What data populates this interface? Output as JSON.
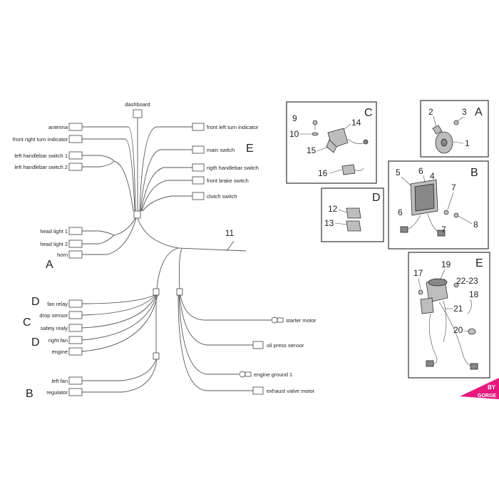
{
  "harness": {
    "dashboard": "dashboard",
    "antenna": "antenna",
    "front_right_turn": "front right turn indicator",
    "left_switch_1": "left handlebar switch 1",
    "left_switch_2": "left handlebar switch 2",
    "front_left_turn": "front left turn indicator",
    "main_switch": "main switch",
    "right_switch": "rigth handlebar switch",
    "front_brake_switch": "front brake switch",
    "clutch_switch": "clutch switch",
    "head_light_1": "head light 1",
    "head_light_2": "head light 2",
    "horn": "horn",
    "main_harness_num": "11",
    "fan_relay": "fan relay",
    "drop_sensor": "drop sensor",
    "safety_relay": "safety realy",
    "right_fan": "right fan",
    "engine": "engine",
    "left_fan": "left fan",
    "regulator": "regulator",
    "starter_motor": "starter motor",
    "oil_press_sensor": "oil press sensor",
    "engine_ground_1": "engine ground 1",
    "exhaust_valve_motor": "exhaust valve motor"
  },
  "group_letters": {
    "e_main": "E",
    "a_head": "A",
    "d_fan_relay": "D",
    "c_drop": "C",
    "d_right_fan": "D",
    "b_regulator": "B"
  },
  "panels": {
    "c": {
      "letter": "C",
      "nums": [
        "9",
        "10",
        "14",
        "15",
        "16"
      ]
    },
    "a": {
      "letter": "A",
      "nums": [
        "2",
        "3",
        "1"
      ]
    },
    "d": {
      "letter": "D",
      "nums": [
        "12",
        "13"
      ]
    },
    "b": {
      "letter": "B",
      "nums": [
        "5",
        "6",
        "4",
        "7",
        "6",
        "7",
        "8"
      ]
    },
    "e": {
      "letter": "E",
      "nums": [
        "17",
        "19",
        "22-23",
        "18",
        "21",
        "20"
      ]
    }
  },
  "logo": {
    "line1": "BY",
    "line2": "GORGE"
  },
  "colors": {
    "logo": "#e6197d",
    "line": "#555555"
  }
}
